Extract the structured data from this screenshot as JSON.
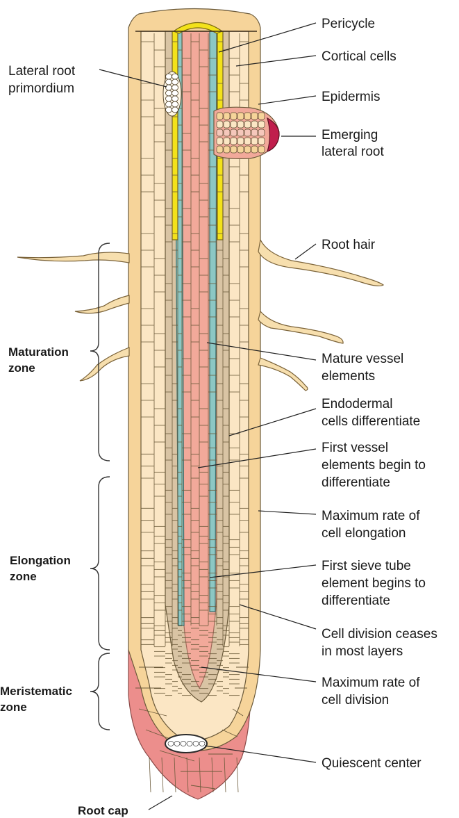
{
  "labels": {
    "pericycle": "Pericycle",
    "cortical": "Cortical cells",
    "epidermis": "Epidermis",
    "emerging": [
      "Emerging",
      "lateral root"
    ],
    "lateral_primordium": [
      "Lateral root",
      "primordium"
    ],
    "root_hair": "Root hair",
    "mature_vessel": [
      "Mature vessel",
      "elements"
    ],
    "endodermal": [
      "Endodermal",
      "cells differentiate"
    ],
    "first_vessel": [
      "First vessel",
      "elements begin to",
      "differentiate"
    ],
    "max_elongation": [
      "Maximum rate of",
      "cell elongation"
    ],
    "first_sieve": [
      "First sieve tube",
      "element begins to",
      "differentiate"
    ],
    "division_ceases": [
      "Cell division ceases",
      "in most layers"
    ],
    "max_division": [
      "Maximum rate of",
      "cell division"
    ],
    "quiescent": "Quiescent center",
    "root_cap": "Root cap"
  },
  "zones": {
    "maturation": [
      "Maturation",
      "zone"
    ],
    "elongation": [
      "Elongation",
      "zone"
    ],
    "meristematic": [
      "Meristematic",
      "zone"
    ]
  },
  "colors": {
    "cortex": "#fbe6c4",
    "epidermis": "#f6d49a",
    "stele": "#f2a99a",
    "xylem": "#8cc7c4",
    "pericycle": "#f3e21a",
    "endodermis": "#d9c4a4",
    "rootcap": "#ec8e8c",
    "lateral_tip": "#c01e4c",
    "hair": "#f7dfae"
  }
}
